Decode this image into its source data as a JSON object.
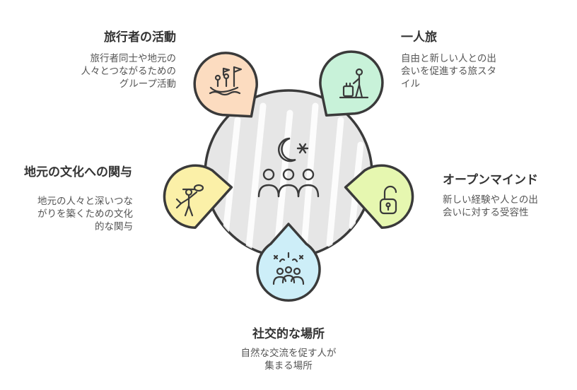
{
  "colors": {
    "stroke": "#3a3a3a",
    "center_fill": "#e6e6e6",
    "hatch": "#ffffff",
    "title_text": "#333333",
    "desc_text": "#555555"
  },
  "center": {
    "icons": [
      "moon-star-icon",
      "people-group-icon"
    ]
  },
  "nodes": [
    {
      "id": "group-activities",
      "title": "旅行者の活動",
      "desc_lines": [
        "旅行者同士や地元の",
        "人々とつながるための",
        "グループ活動"
      ],
      "fill": "#fcdcc0",
      "icon": "boat-rowers-icon"
    },
    {
      "id": "solo-travel",
      "title": "一人旅",
      "desc_lines": [
        "自由と新しい人との出",
        "会いを促進する旅スタ",
        "イル"
      ],
      "fill": "#c8f2d9",
      "icon": "solo-traveler-icon"
    },
    {
      "id": "open-mind",
      "title": "オープンマインド",
      "desc_lines": [
        "新しい経験や人との出",
        "会いに対する受容性"
      ],
      "fill": "#e6f7b0",
      "icon": "open-lock-icon"
    },
    {
      "id": "social-places",
      "title": "社交的な場所",
      "desc_lines": [
        "自然な交流を促す人が",
        "集まる場所"
      ],
      "fill": "#cdeef8",
      "icon": "party-people-icon"
    },
    {
      "id": "local-culture",
      "title": "地元の文化への関与",
      "desc_lines": [
        "地元の人々と深いつな",
        "がりを築くための文化",
        "的な関与"
      ],
      "fill": "#fbf0a8",
      "icon": "lasso-person-icon"
    }
  ]
}
